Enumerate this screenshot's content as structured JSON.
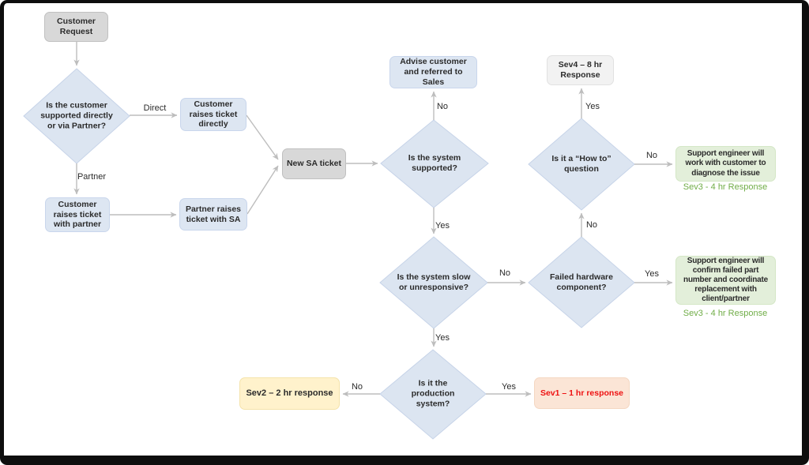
{
  "flowchart": {
    "nodes": {
      "customer_request": "Customer Request",
      "q_support_path": "Is the customer supported directly or via Partner?",
      "customer_raises_direct": "Customer raises ticket directly",
      "customer_raises_with_partner": "Customer raises ticket with partner",
      "partner_raises_sa": "Partner raises ticket with SA",
      "new_sa_ticket": "New SA ticket",
      "q_system_supported": "Is the system supported?",
      "advise_sales": "Advise customer and referred to Sales",
      "sev4_response": "Sev4 – 8 hr Response",
      "q_how_to": "Is it a “How to” question",
      "engineer_diagnose": "Support engineer will work with customer to diagnose the issue",
      "sev3_response_howto": "Sev3 - 4 hr Response",
      "q_system_slow": "Is the system slow or unresponsive?",
      "q_failed_hardware": "Failed hardware component?",
      "engineer_replace": "Support engineer will confirm failed part number and coordinate replacement with client/partner",
      "sev3_response_hardware": "Sev3 - 4 hr Response",
      "q_production_system": "Is it the production system?",
      "sev2_response": "Sev2 – 2 hr response",
      "sev1_response": "Sev1 – 1 hr response"
    },
    "edge_labels": {
      "direct": "Direct",
      "partner": "Partner",
      "yes": "Yes",
      "no": "No"
    },
    "colors": {
      "decision_fill": "#dce5f1",
      "process_blue_fill": "#dde6f2",
      "process_gray_fill": "#d8d8d8",
      "terminal_faint_fill": "#f2f2f2",
      "outcome_green_fill": "#e3efda",
      "outcome_yellow_fill": "#fff2cc",
      "outcome_peach_fill": "#fbe5d6",
      "sev1_text": "#ee1111",
      "sev3_text": "#70ad47",
      "connector": "#bdbdbd",
      "frame": "#0e0e0e"
    }
  }
}
